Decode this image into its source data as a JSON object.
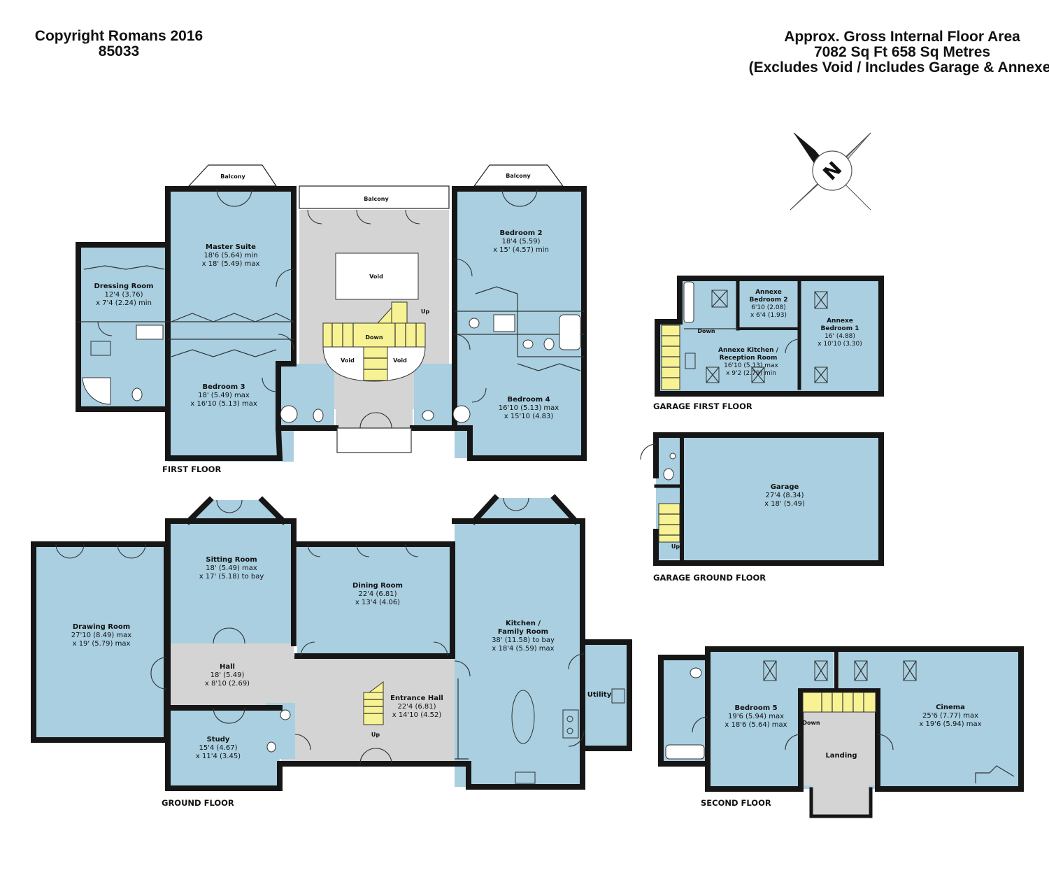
{
  "header": {
    "copyright": "Copyright Romans 2016",
    "ref": "85033",
    "area_title": "Approx. Gross Internal Floor Area",
    "area_value": "7082 Sq Ft 658 Sq Metres",
    "area_note": "(Excludes Void / Includes Garage & Annexe)"
  },
  "compass": {
    "label": "N"
  },
  "floor_labels": {
    "first": "FIRST FLOOR",
    "ground": "GROUND FLOOR",
    "garage_first": "GARAGE FIRST FLOOR",
    "garage_ground": "GARAGE GROUND FLOOR",
    "second": "SECOND FLOOR"
  },
  "labels": {
    "balcony": "Balcony",
    "void": "Void",
    "up": "Up",
    "down": "Down"
  },
  "rooms": {
    "dressing": {
      "name": "Dressing Room",
      "dim1": "12'4 (3.76)",
      "dim2": "x 7'4 (2.24) min"
    },
    "master": {
      "name": "Master Suite",
      "dim1": "18'6 (5.64) min",
      "dim2": "x 18' (5.49) max"
    },
    "bed2": {
      "name": "Bedroom 2",
      "dim1": "18'4 (5.59)",
      "dim2": "x 15' (4.57) min"
    },
    "bed3": {
      "name": "Bedroom 3",
      "dim1": "18' (5.49) max",
      "dim2": "x 16'10 (5.13) max"
    },
    "bed4": {
      "name": "Bedroom 4",
      "dim1": "16'10 (5.13) max",
      "dim2": "x 15'10 (4.83)"
    },
    "drawing": {
      "name": "Drawing Room",
      "dim1": "27'10 (8.49) max",
      "dim2": "x 19' (5.79) max"
    },
    "sitting": {
      "name": "Sitting Room",
      "dim1": "18' (5.49) max",
      "dim2": "x 17' (5.18) to bay"
    },
    "dining": {
      "name": "Dining Room",
      "dim1": "22'4 (6.81)",
      "dim2": "x 13'4 (4.06)"
    },
    "kitchen": {
      "name1": "Kitchen /",
      "name2": "Family Room",
      "dim1": "38' (11.58) to bay",
      "dim2": "x 18'4 (5.59) max"
    },
    "hall": {
      "name": "Hall",
      "dim1": "18' (5.49)",
      "dim2": "x 8'10 (2.69)"
    },
    "entrance": {
      "name": "Entrance Hall",
      "dim1": "22'4 (6.81)",
      "dim2": "x 14'10 (4.52)"
    },
    "study": {
      "name": "Study",
      "dim1": "15'4 (4.67)",
      "dim2": "x 11'4 (3.45)"
    },
    "utility": {
      "name": "Utility"
    },
    "annexe_bed2": {
      "name1": "Annexe",
      "name2": "Bedroom 2",
      "dim1": "6'10 (2.08)",
      "dim2": "x 6'4 (1.93)"
    },
    "annexe_bed1": {
      "name1": "Annexe",
      "name2": "Bedroom 1",
      "dim1": "16' (4.88)",
      "dim2": "x 10'10 (3.30)"
    },
    "annexe_kitchen": {
      "name1": "Annexe Kitchen /",
      "name2": "Reception Room",
      "dim1": "16'10 (5.13) max",
      "dim2": "x 9'2 (2.79) min"
    },
    "garage": {
      "name": "Garage",
      "dim1": "27'4 (8.34)",
      "dim2": "x 18' (5.49)"
    },
    "bed5": {
      "name": "Bedroom 5",
      "dim1": "19'6 (5.94) max",
      "dim2": "x 18'6 (5.64) max"
    },
    "cinema": {
      "name": "Cinema",
      "dim1": "25'6 (7.77) max",
      "dim2": "x 19'6 (5.94) max"
    },
    "landing": {
      "name": "Landing"
    }
  }
}
